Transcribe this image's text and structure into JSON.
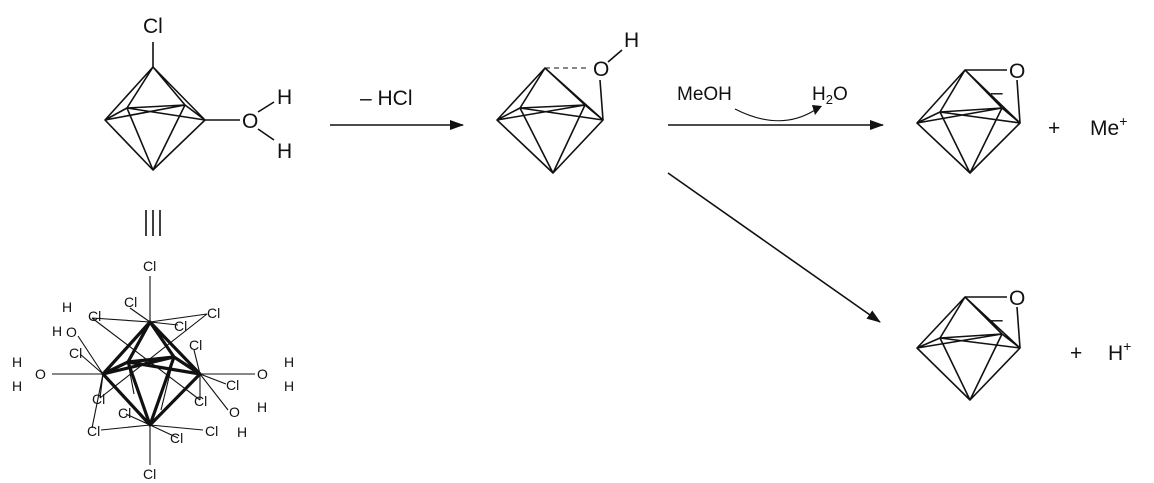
{
  "reactant": {
    "top_cl": "Cl",
    "oxygen": "O",
    "hydrogen_1": "H",
    "hydrogen_2": "H"
  },
  "equivalence_symbol": "|||",
  "cluster": {
    "cl_label": "Cl",
    "h_label": "H",
    "o_label": "O"
  },
  "step1": {
    "label": "– HCl"
  },
  "intermediate": {
    "oxygen": "O",
    "hydrogen": "H"
  },
  "step2": {
    "reagent": "MeOH",
    "byproduct_main": "H",
    "byproduct_sub": "2",
    "byproduct_tail": "O"
  },
  "product1": {
    "oxygen": "O",
    "charge": "–",
    "plus": "+",
    "cation": "Me",
    "cation_charge": "+"
  },
  "product2": {
    "oxygen": "O",
    "charge": "–",
    "plus": "+",
    "cation": "H",
    "cation_charge": "+"
  },
  "colors": {
    "ink": "#111111",
    "background": "#ffffff"
  }
}
